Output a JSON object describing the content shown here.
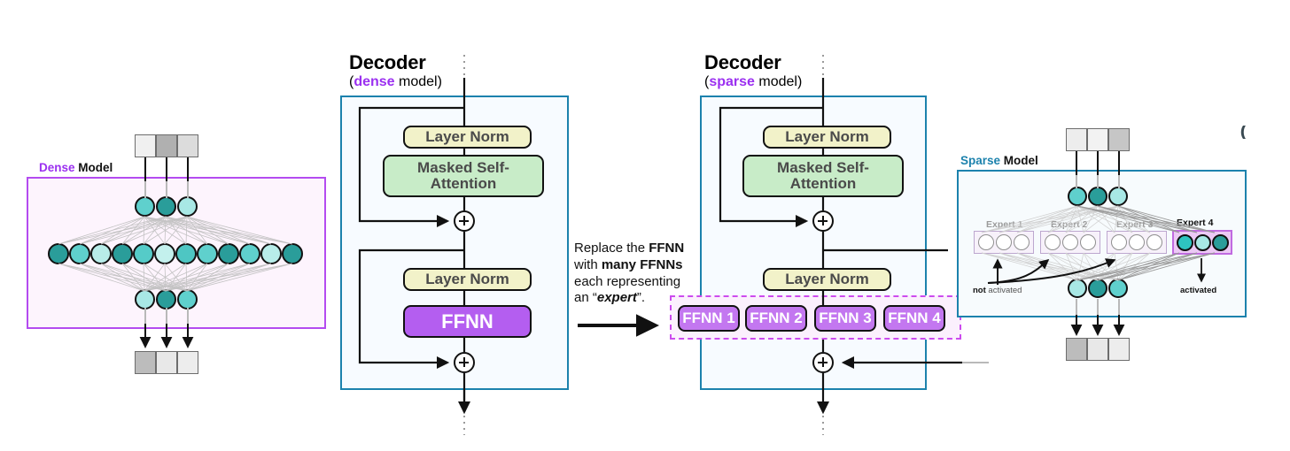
{
  "dense_panel": {
    "label_accent": "Dense",
    "label_rest": " Model",
    "accent_color": "#9b30f0",
    "input_tokens": [
      "light",
      "dark",
      "light"
    ],
    "output_tokens": [
      "dark",
      "light",
      "light"
    ],
    "top_neurons": 3,
    "middle_neurons": 12,
    "bottom_neurons": 3
  },
  "decoder_dense": {
    "title": "Decoder",
    "subtitle_prefix": "(",
    "subtitle_accent": "dense",
    "subtitle_suffix": " model)",
    "layer_norm_1": "Layer Norm",
    "masked_self_attention": "Masked Self-Attention",
    "layer_norm_2": "Layer Norm",
    "ffnn": "FFNN",
    "add_symbol_1": "+",
    "add_symbol_2": "+"
  },
  "replace_note": {
    "line1_a": "Replace the ",
    "line1_b": "FFNN",
    "line2_a": "with ",
    "line2_b": "many FFNNs",
    "line3": "each representing",
    "line4_a": "an “",
    "line4_b": "expert",
    "line4_c": "”."
  },
  "decoder_sparse": {
    "title": "Decoder",
    "subtitle_prefix": "(",
    "subtitle_accent": "sparse",
    "subtitle_suffix": " model)",
    "layer_norm_1": "Layer Norm",
    "masked_self_attention": "Masked Self-Attention",
    "layer_norm_2": "Layer Norm",
    "experts": [
      "FFNN 1",
      "FFNN 2",
      "FFNN 3",
      "FFNN 4"
    ],
    "add_symbol_1": "+",
    "add_symbol_2": "+"
  },
  "sparse_panel": {
    "label_accent": "Sparse",
    "label_rest": " Model",
    "accent_color": "#1c82ad",
    "input_tokens": [
      "light",
      "light",
      "dark"
    ],
    "output_tokens": [
      "dark",
      "light",
      "light"
    ],
    "experts": [
      {
        "name": "Expert 1",
        "active": false,
        "neurons": [
          "white",
          "white",
          "white"
        ]
      },
      {
        "name": "Expert 2",
        "active": false,
        "neurons": [
          "white",
          "white",
          "white"
        ]
      },
      {
        "name": "Expert 3",
        "active": false,
        "neurons": [
          "white",
          "white",
          "white"
        ]
      },
      {
        "name": "Expert 4",
        "active": true,
        "neurons": [
          "teal",
          "lightteal",
          "darkteal"
        ]
      }
    ],
    "not_activated_bold": "not",
    "not_activated_rest": " activated",
    "activated": "activated"
  },
  "colors": {
    "teal_dark": "#2a9d9a",
    "teal_mid": "#5fd0cd",
    "teal_light": "#a8e8e5",
    "purple": "#9b30f0",
    "ffnn_purple": "#b45ef0",
    "decoder_border": "#1c82ad",
    "layernorm_fill": "#f2f2c9",
    "attention_fill": "#c8ecc8",
    "dense_panel_fill": "#fdf4fd",
    "sparse_panel_fill": "#f7fbfd"
  }
}
